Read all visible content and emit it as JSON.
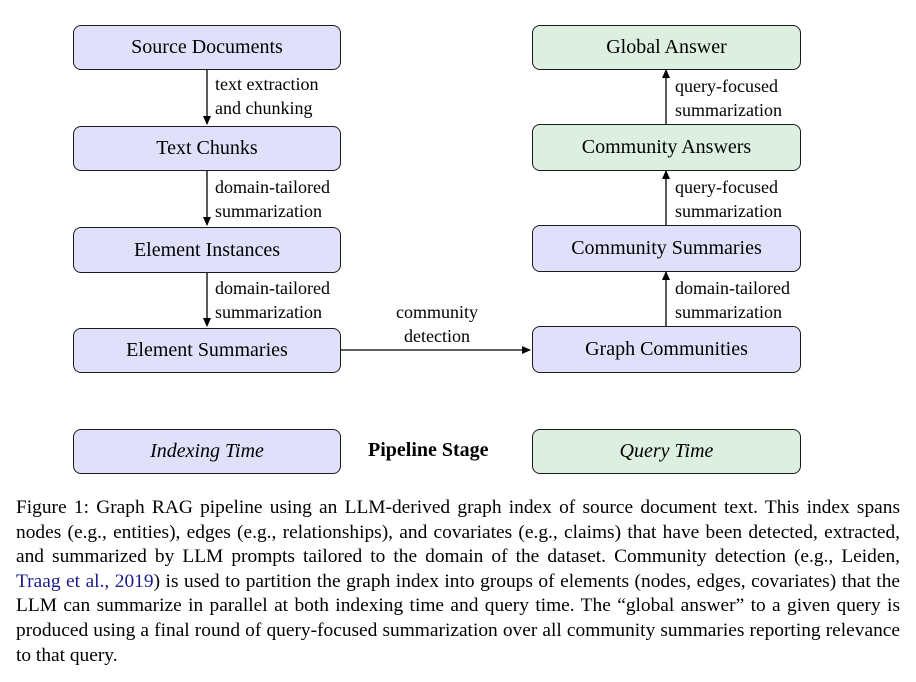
{
  "indexing": {
    "boxes": [
      "Source Documents",
      "Text Chunks",
      "Element Instances",
      "Element Summaries"
    ],
    "edges": [
      [
        "text extraction",
        "and chunking"
      ],
      [
        "domain-tailored",
        "summarization"
      ],
      [
        "domain-tailored",
        "summarization"
      ]
    ]
  },
  "query": {
    "boxes": [
      "Global Answer",
      "Community Answers",
      "Community Summaries",
      "Graph Communities"
    ],
    "edges": [
      [
        "query-focused",
        "summarization"
      ],
      [
        "query-focused",
        "summarization"
      ],
      [
        "domain-tailored",
        "summarization"
      ]
    ]
  },
  "bridge": [
    "community",
    "detection"
  ],
  "legend": {
    "indexing": "Indexing Time",
    "stage": "Pipeline Stage",
    "query": "Query Time"
  },
  "colors": {
    "indexing_fill": "#e0e0fb",
    "query_fill": "#dcefe1",
    "citation": "#1a1a8c"
  },
  "caption": {
    "p1": "Figure 1: Graph RAG pipeline using an LLM-derived graph index of source document text. This index spans nodes (e.g., entities), edges (e.g., relationships), and covariates (e.g., claims) that have been detected, extracted, and summarized by LLM prompts tailored to the domain of the dataset. Community detection (e.g., Leiden, ",
    "cite": "Traag et al., 2019",
    "p2": ") is used to partition the graph index into groups of elements (nodes, edges, covariates) that the LLM can summarize in parallel at both indexing time and query time. The “global answer” to a given query is produced using a final round of query-focused summarization over all community summaries reporting relevance to that query."
  }
}
